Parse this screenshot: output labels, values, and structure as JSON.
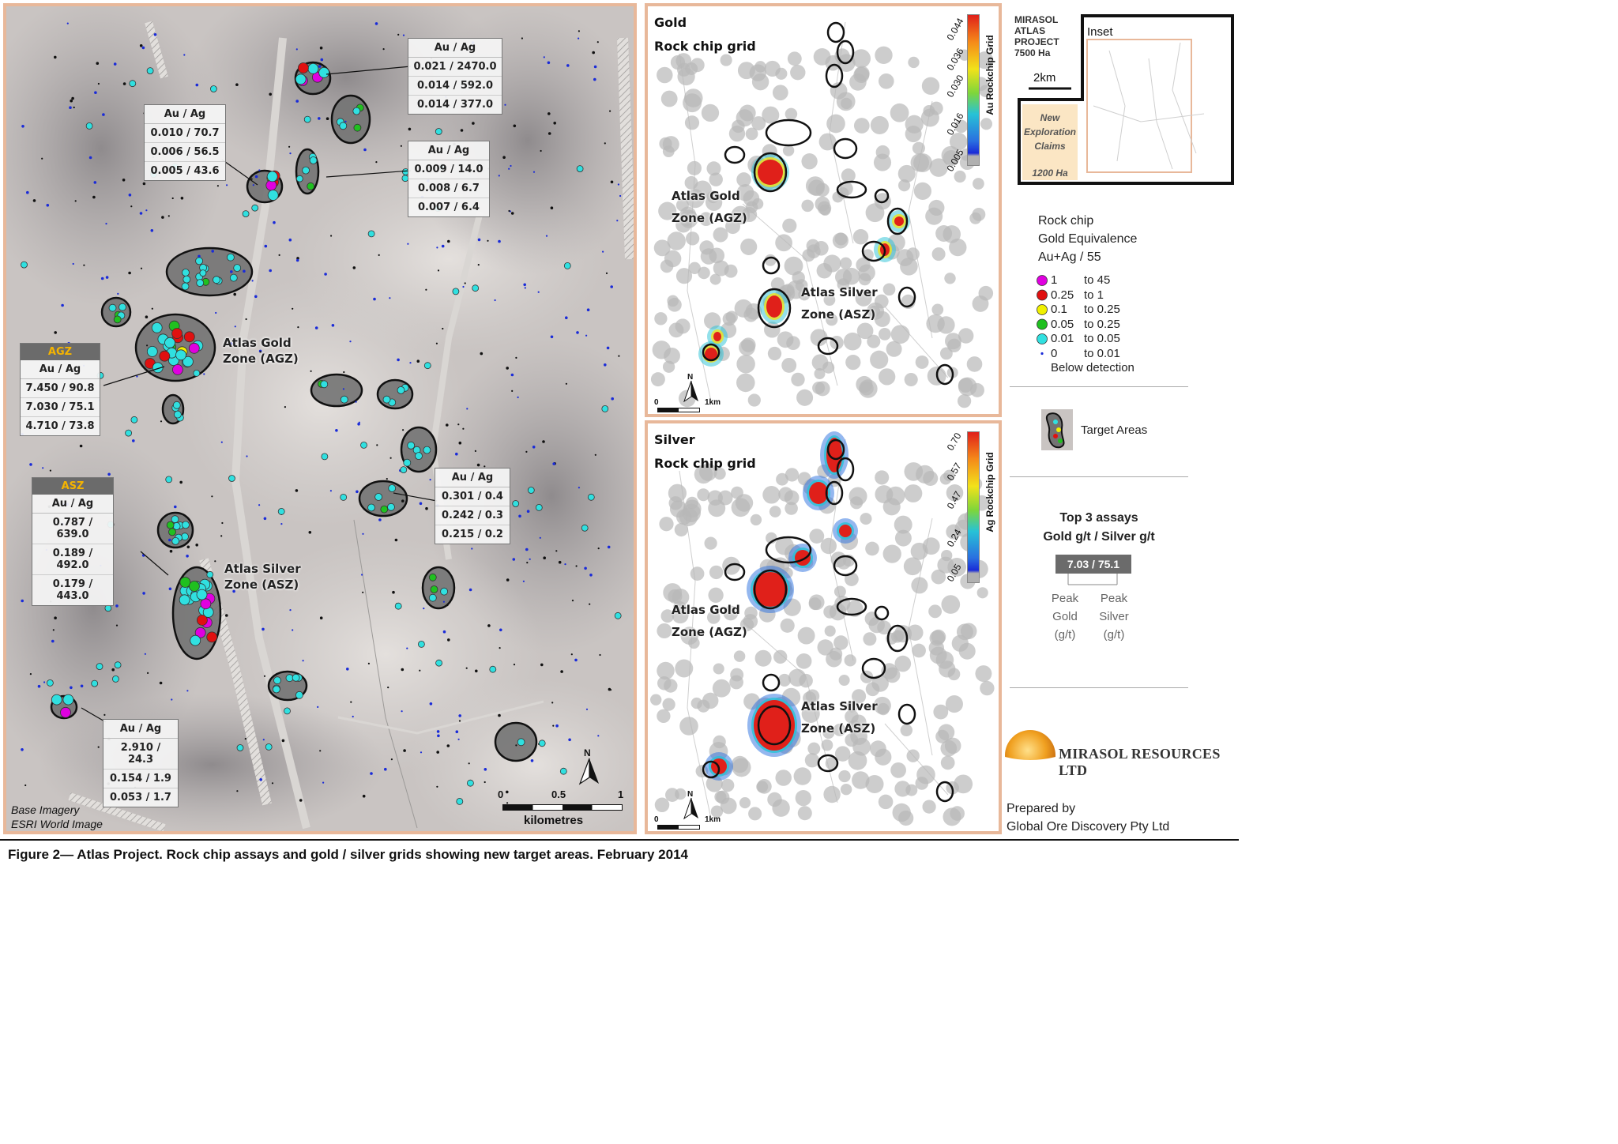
{
  "main_map": {
    "assays": [
      {
        "header": "Au  / Ag",
        "rows": [
          "0.021 / 2470.0",
          "0.014 / 592.0",
          "0.014 / 377.0"
        ]
      },
      {
        "header": "Au  / Ag",
        "rows": [
          "0.010 / 70.7",
          "0.006 / 56.5",
          "0.005 / 43.6"
        ]
      },
      {
        "header": "Au  / Ag",
        "rows": [
          "0.009 / 14.0",
          "0.008 / 6.7",
          "0.007 / 6.4"
        ]
      },
      {
        "tag": "AGZ",
        "header": "Au  / Ag",
        "rows": [
          "7.450 / 90.8",
          "7.030 / 75.1",
          "4.710 / 73.8"
        ]
      },
      {
        "tag": "ASZ",
        "header": "Au  / Ag",
        "rows": [
          "0.787 / 639.0",
          "0.189 / 492.0",
          "0.179 / 443.0"
        ]
      },
      {
        "header": "Au  / Ag",
        "rows": [
          "0.301 / 0.4",
          "0.242 / 0.3",
          "0.215 / 0.2"
        ]
      },
      {
        "header": "Au  / Ag",
        "rows": [
          "2.910 / 24.3",
          "0.154 / 1.9",
          "0.053 / 1.7"
        ]
      }
    ],
    "zone_gold": [
      "Atlas Gold",
      "Zone (AGZ)"
    ],
    "zone_silver": [
      "Atlas Silver",
      "Zone (ASZ)"
    ],
    "scale": {
      "ticks": [
        "0",
        "0.5",
        "1"
      ],
      "unit": "kilometres"
    },
    "north": "N",
    "base_imagery": [
      "Base Imagery",
      "ESRI World Image"
    ]
  },
  "gold_map": {
    "title": [
      "Gold",
      "Rock chip grid"
    ],
    "colorbar_label": "Au Rockchip Grid",
    "colorbar_ticks": [
      "0.044",
      "0.036",
      "0.030",
      "0.016",
      "0.005"
    ],
    "zone_gold": [
      "Atlas Gold",
      "Zone (AGZ)"
    ],
    "zone_silver": [
      "Atlas Silver",
      "Zone (ASZ)"
    ],
    "scale": {
      "ticks": [
        "0",
        "1km"
      ]
    },
    "north": "N"
  },
  "silver_map": {
    "title": [
      "Silver",
      "Rock chip grid"
    ],
    "colorbar_label": "Ag Rockchip Grid",
    "colorbar_ticks": [
      "0.70",
      "0.57",
      "0.47",
      "0.24",
      "0.05"
    ],
    "zone_gold": [
      "Atlas Gold",
      "Zone (AGZ)"
    ],
    "zone_silver": [
      "Atlas Silver",
      "Zone (ASZ)"
    ],
    "scale": {
      "ticks": [
        "0",
        "1km"
      ]
    },
    "north": "N"
  },
  "inset": {
    "project": [
      "MIRASOL",
      "ATLAS",
      "PROJECT",
      "7500 Ha"
    ],
    "label": "Inset",
    "scale": "2km",
    "claims": [
      "New",
      "Exploration",
      "Claims"
    ],
    "claims_area": "1200 Ha"
  },
  "legend": {
    "title": [
      "Rock chip",
      "Gold Equivalence",
      "Au+Ag / 55"
    ],
    "items": [
      {
        "from": "1",
        "to": "to 45",
        "color": "#e000e0"
      },
      {
        "from": "0.25",
        "to": "to 1",
        "color": "#e01010"
      },
      {
        "from": "0.1",
        "to": "to 0.25",
        "color": "#f0f000"
      },
      {
        "from": "0.05",
        "to": "to 0.25",
        "color": "#20c020"
      },
      {
        "from": "0.01",
        "to": "to 0.05",
        "color": "#30e0e0"
      },
      {
        "from": "0",
        "to": "to 0.01",
        "color": "#1a2bd8"
      }
    ],
    "below_detection": "Below detection",
    "target_areas": "Target Areas",
    "top3_title": [
      "Top 3 assays",
      "Gold g/t / Silver g/t"
    ],
    "example": "7.03 / 75.1",
    "peak_gold": [
      "Peak",
      "Gold",
      "(g/t)"
    ],
    "peak_silver": [
      "Peak",
      "Silver",
      "(g/t)"
    ]
  },
  "company": {
    "name": "MIRASOL RESOURCES LTD",
    "prepared": [
      "Prepared by",
      "Global Ore Discovery Pty Ltd"
    ]
  },
  "caption": "Figure 2— Atlas Project. Rock chip assays and gold / silver grids showing new target areas. February 2014",
  "colors": {
    "frame": "#e8b89a",
    "target_fill": "#737373",
    "assay_box": "#f5f5f5",
    "tag_bg": "#6b6b6b",
    "tag_text": "#f5b400"
  }
}
